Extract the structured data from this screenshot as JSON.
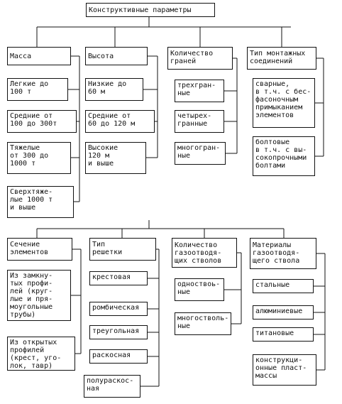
{
  "title": "Конструктивные параметры",
  "groups": [
    {
      "header": "Масса",
      "items": [
        "Легкие до\n100 т",
        "Средние от\n100 до 300т",
        "Тяжелые\nот 300 до\n1000 т",
        "Сверхтяже-\nлые 1000 т\nи выше"
      ]
    },
    {
      "header": "Высота",
      "items": [
        "Низкие до\n60 м",
        "Средние от\n60 до 120 м",
        "Высокие\n120 м\nи выше"
      ]
    },
    {
      "header": "Количество\nграней",
      "items": [
        "трехгран-\nные",
        "четырех-\nгранные",
        "многогран-\nные"
      ]
    },
    {
      "header": "Тип монтажных\nсоединений",
      "items": [
        "сварные,\nв т.ч. с бес-\nфасоночным\nпримыканием\nэлементов",
        "болтовые\nв т.ч. с вы-\nсокопрочными\nболтами"
      ]
    },
    {
      "header": "Сечение\nэлементов",
      "items": [
        "Из замкну-\nтых профи-\nлей (круг-\nлые и пря-\nмоугольные\nтрубы)",
        "Из открытых\nпрофилей\n(крест, уго-\nлок, тавр)"
      ]
    },
    {
      "header": "Тип\nрешетки",
      "items": [
        "крестовая",
        "ромбическая",
        "треугольная",
        "раскосная",
        "полураскос-\nная"
      ]
    },
    {
      "header": "Количество\nгазоотводя-\nщих стволов",
      "items": [
        "одноствоь-\nные",
        "многостволь-\nные"
      ]
    },
    {
      "header": "Материалы\nгазоотводя-\nщего ствола",
      "items": [
        "стальные",
        "алюминиевые",
        "титановые",
        "конструкци-\nонные пласт-\nмассы"
      ]
    }
  ]
}
